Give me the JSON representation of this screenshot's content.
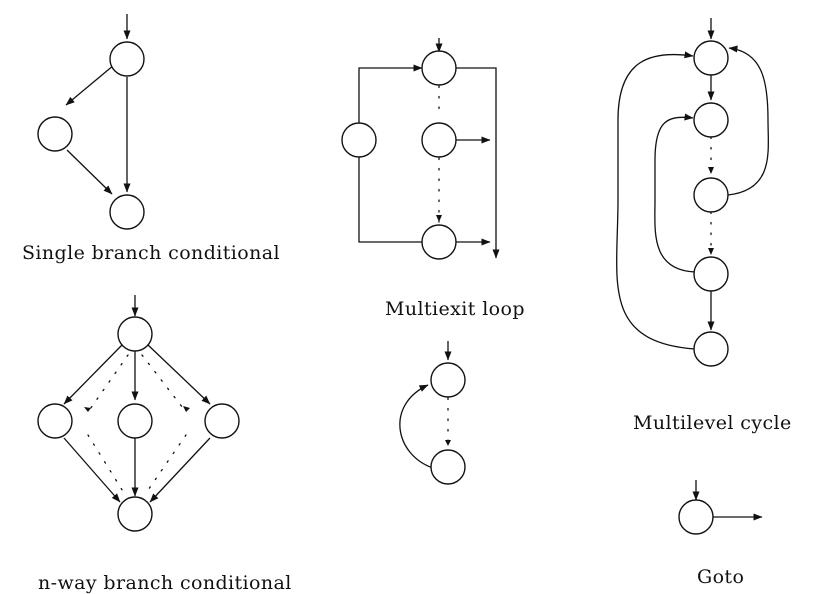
{
  "diagrams": {
    "single_branch": {
      "caption": "Single branch conditional"
    },
    "nway_branch": {
      "caption": "n-way branch conditional"
    },
    "multiexit_loop": {
      "caption": "Multiexit loop"
    },
    "multilevel_cycle": {
      "caption": "Multilevel cycle"
    },
    "goto": {
      "caption": "Goto"
    }
  },
  "colors": {
    "stroke": "#111111",
    "background": "#ffffff"
  }
}
